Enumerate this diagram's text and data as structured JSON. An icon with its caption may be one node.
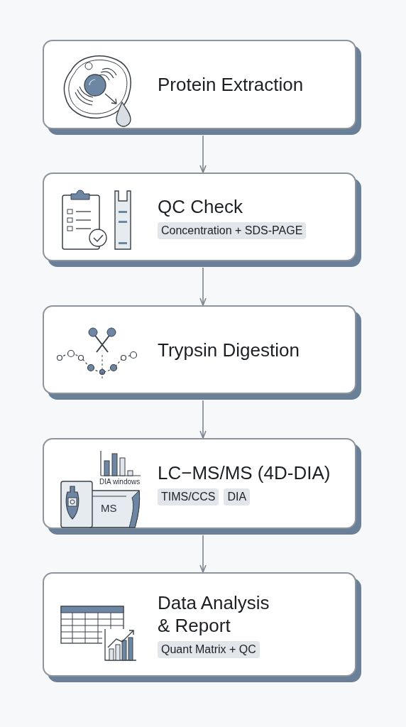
{
  "diagram": {
    "nodes": [
      {
        "text": [
          "Protein Extraction"
        ]
      },
      {
        "text": [
          "QC Check",
          "Concentration + SDS-PAGE"
        ]
      },
      {
        "text": [
          "Trypsin Digestion"
        ]
      },
      {
        "text": [
          "LC−MS/MS (4D-DIA)",
          "TIMS/CCS",
          "DIA"
        ]
      },
      {
        "text": [
          "Data Analysis & Report",
          "Quant Matrix + QC"
        ]
      }
    ],
    "edges": [
      {
        "from": 0,
        "to": 1,
        "arrow": "to"
      },
      {
        "from": 1,
        "to": 2,
        "arrow": "to"
      },
      {
        "from": 2,
        "to": 3,
        "arrow": "to"
      },
      {
        "from": 3,
        "to": 4,
        "arrow": "to"
      }
    ],
    "labels": [
      "DIA windows",
      "MS"
    ]
  }
}
